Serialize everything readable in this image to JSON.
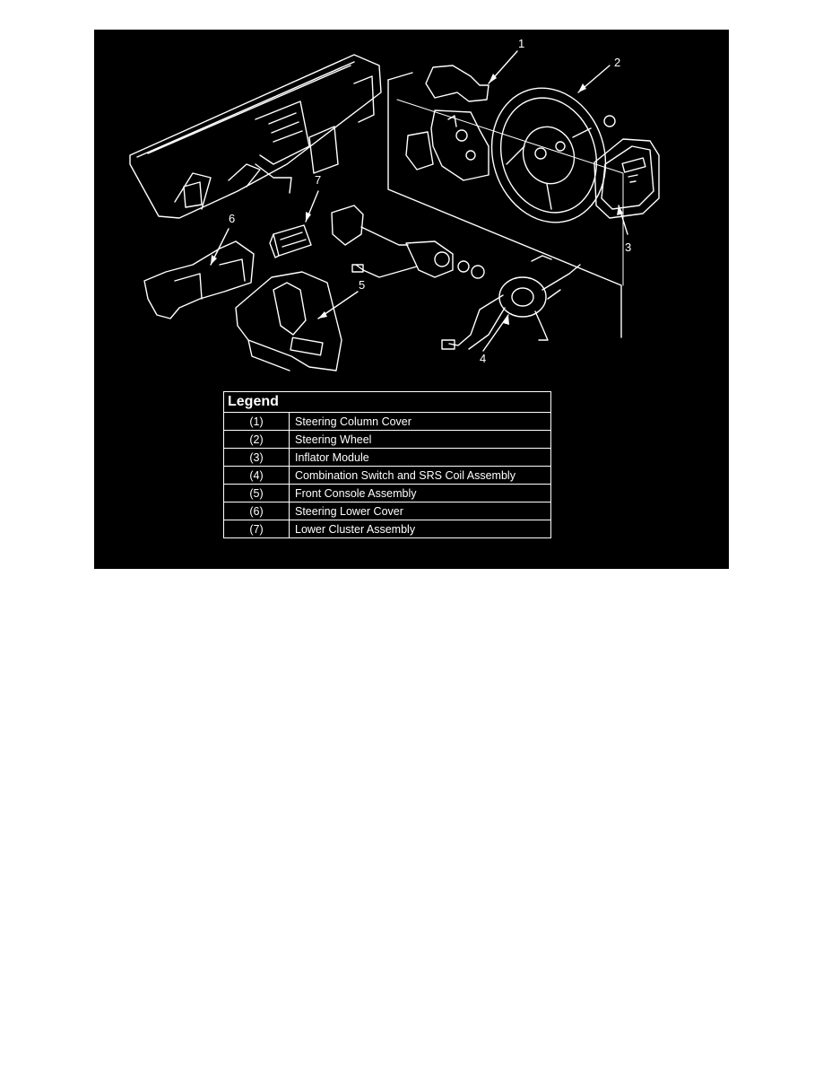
{
  "diagram": {
    "callouts": [
      "1",
      "2",
      "3",
      "4",
      "5",
      "6",
      "7"
    ],
    "legend": {
      "title": "Legend",
      "rows": [
        {
          "num": "(1)",
          "label": "Steering Column Cover"
        },
        {
          "num": "(2)",
          "label": "Steering Wheel"
        },
        {
          "num": "(3)",
          "label": "Inflator Module"
        },
        {
          "num": "(4)",
          "label": "Combination Switch and SRS Coil Assembly"
        },
        {
          "num": "(5)",
          "label": "Front Console Assembly"
        },
        {
          "num": "(6)",
          "label": "Steering Lower Cover"
        },
        {
          "num": "(7)",
          "label": "Lower Cluster Assembly"
        }
      ]
    },
    "colors": {
      "background": "#000000",
      "line": "#ffffff"
    }
  }
}
